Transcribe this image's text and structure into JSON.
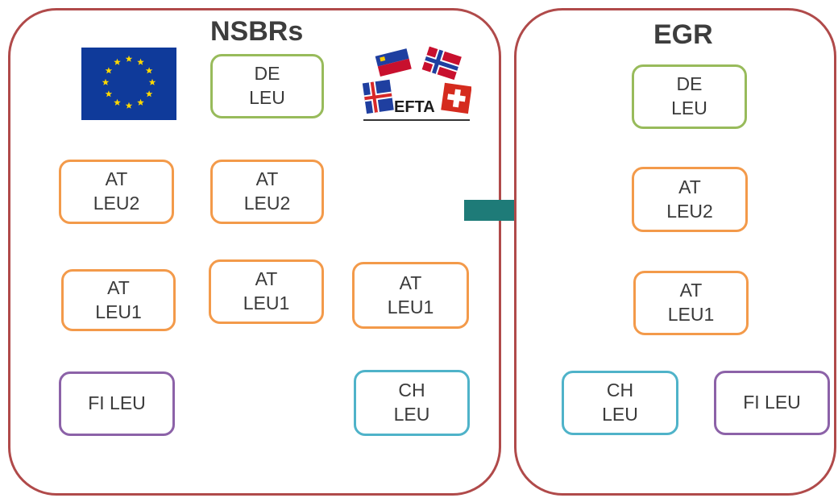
{
  "nsbr_panel": {
    "title": "NSBRs"
  },
  "egr_panel": {
    "title": "EGR"
  },
  "colors": {
    "panel_border": "#b04a4a",
    "connector": "#e8715a",
    "arrow_fill": "#1e7b78",
    "box_orange": "#f39a4a",
    "box_green": "#98bb5b",
    "box_purple": "#8c62a8",
    "box_teal": "#4fb3c9"
  },
  "logos": {
    "eu_flag_icon": "eu-flag",
    "efta_logo": {
      "label": "EFTA"
    }
  },
  "nsbr_nodes": {
    "de_leu": "DE\nLEU",
    "at_leu2_left": "AT\nLEU2",
    "at_leu1_left": "AT\nLEU1",
    "fi_leu_left": "FI LEU",
    "at_leu2_mid": "AT\nLEU2",
    "at_leu1_mid": "AT\nLEU1",
    "at_leu1_right": "AT\nLEU1",
    "ch_leu_right": "CH\nLEU"
  },
  "egr_nodes": {
    "de_leu": "DE\nLEU",
    "at_leu2": "AT\nLEU2",
    "at_leu1": "AT\nLEU1",
    "ch_leu": "CH\nLEU",
    "fi_leu": "FI LEU"
  }
}
